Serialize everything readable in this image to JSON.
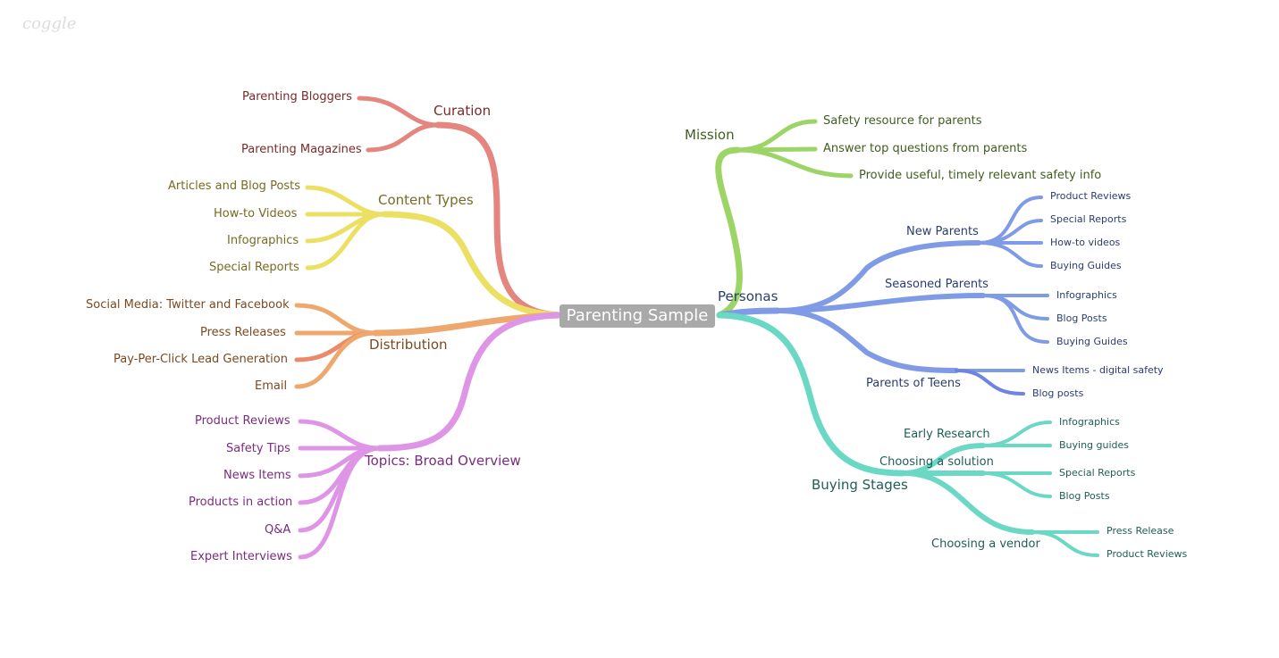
{
  "logo": "coggle",
  "root": "Parenting Sample",
  "branches": {
    "curation": {
      "label": "Curation",
      "color": "#e4867f",
      "text_color": "#7a2a2a",
      "children": [
        "Parenting Bloggers",
        "Parenting Magazines"
      ]
    },
    "content_types": {
      "label": "Content Types",
      "color": "#ece064",
      "text_color": "#7a6a22",
      "children": [
        "Articles and Blog Posts",
        "How-to Videos",
        "Infographics",
        "Special Reports"
      ]
    },
    "distribution": {
      "label": "Distribution",
      "color": "#eea86e",
      "text_color": "#7a4a20",
      "children": [
        "Social Media: Twitter and Facebook",
        "Press Releases",
        "Pay-Per-Click Lead Generation",
        "Email"
      ]
    },
    "topics": {
      "label": "Topics: Broad Overview",
      "color": "#de95e6",
      "text_color": "#7a2c7e",
      "children": [
        "Product Reviews",
        "Safety Tips",
        "News Items",
        "Products in action",
        "Q&A",
        "Expert Interviews"
      ]
    },
    "mission": {
      "label": "Mission",
      "color": "#9dd466",
      "text_color": "#3f5e1f",
      "children": [
        "Safety resource for parents",
        "Answer top questions from parents",
        "Provide useful, timely relevant safety info"
      ]
    },
    "personas": {
      "label": "Personas",
      "color": "#7f9be6",
      "text_color": "#2a3d6e",
      "groups": {
        "new_parents": {
          "label": "New Parents",
          "children": [
            "Product Reviews",
            "Special Reports",
            "How-to videos",
            "Buying Guides"
          ]
        },
        "seasoned_parents": {
          "label": "Seasoned Parents",
          "children": [
            "Infographics",
            "Blog Posts",
            "Buying Guides"
          ]
        },
        "parents_of_teens": {
          "label": "Parents of Teens",
          "children": [
            "News Items - digital safety",
            "Blog posts"
          ]
        }
      }
    },
    "buying_stages": {
      "label": "Buying Stages",
      "color": "#6ad8c4",
      "text_color": "#1f5e55",
      "groups": {
        "early_research": {
          "label": "Early Research",
          "children": [
            "Infographics",
            "Buying guides"
          ]
        },
        "choosing_solution": {
          "label": "Choosing a solution",
          "children": [
            "Special Reports",
            "Blog Posts"
          ]
        },
        "choosing_vendor": {
          "label": "Choosing a vendor",
          "children": [
            "Press Release",
            "Product Reviews"
          ]
        }
      }
    }
  }
}
